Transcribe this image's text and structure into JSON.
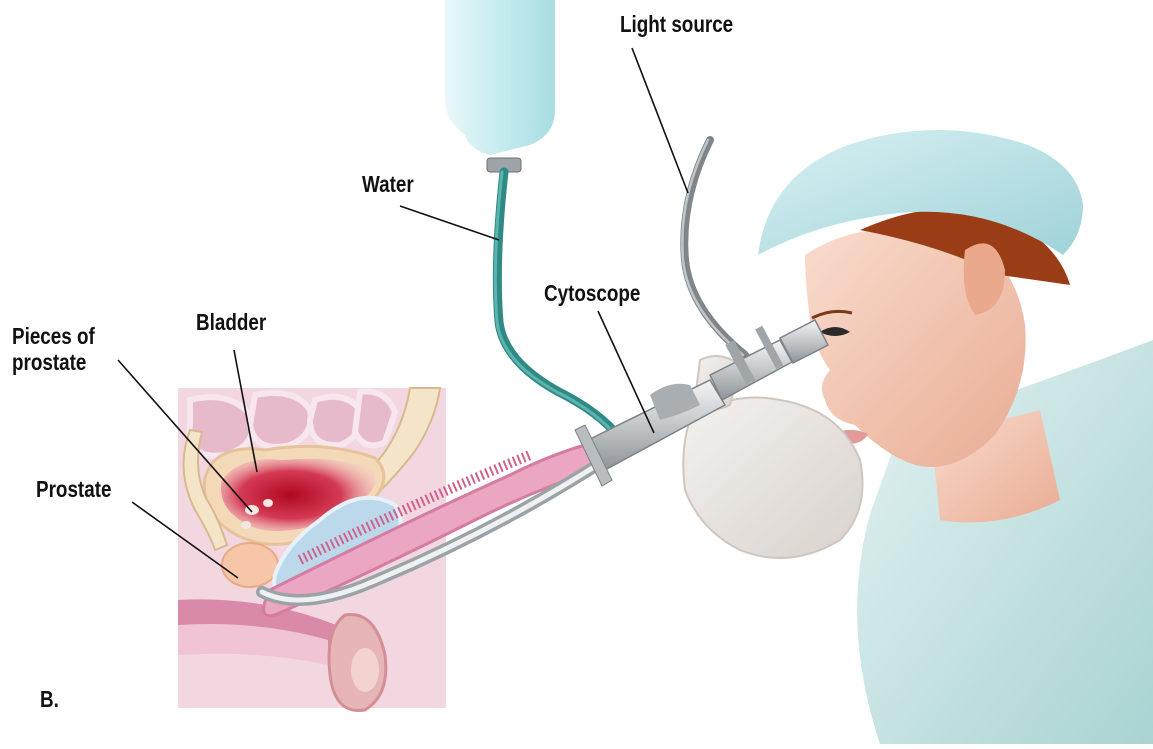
{
  "figure": {
    "panel_label": "B.",
    "labels": {
      "water": "Water",
      "light_source": "Light source",
      "cytoscope": "Cytoscope",
      "bladder": "Bladder",
      "pieces_of_prostate": "Pieces of\nprostate",
      "prostate": "Prostate"
    }
  },
  "colors": {
    "tube": "#2f8a86",
    "bag": "#cfeef0",
    "scrub_cap": "#bfe3e6",
    "gown": "#cfe6e4",
    "hair": "#9a3d16",
    "skin": "#f3c9b4",
    "tissue_pink": "#e9a9c3",
    "bladder_red": "#c0142d",
    "scope_metal": "#c9cdd0",
    "light_cable": "#8a8f93"
  }
}
